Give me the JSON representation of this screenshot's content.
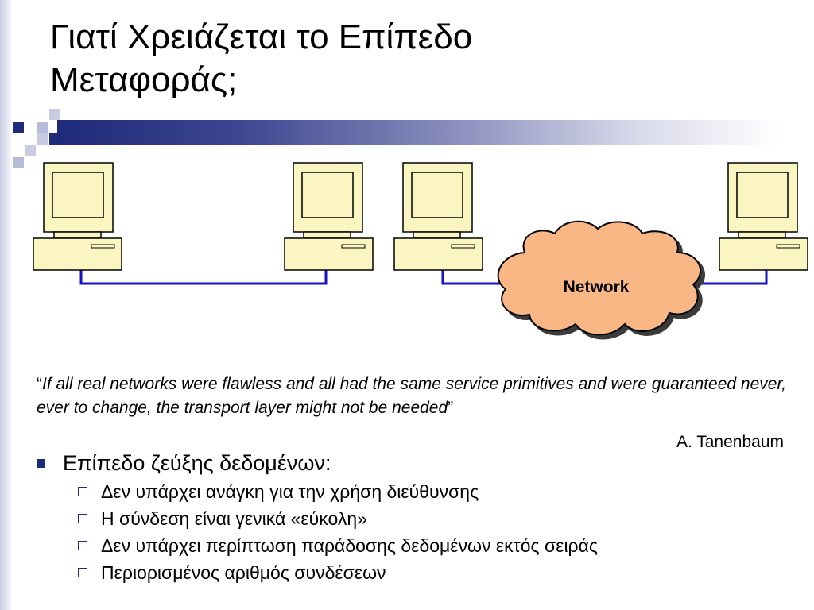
{
  "slide": {
    "title_line1": "Γιατί Χρειάζεται το Επίπεδο",
    "title_line2": "Μεταφοράς;"
  },
  "diagram": {
    "network_label": "Network",
    "colors": {
      "computer_fill": "#fbf6c1",
      "link": "#1313c8",
      "cloud_fill": "#f9b785",
      "accent": "#1e2a7a"
    }
  },
  "quote": {
    "open": "“",
    "text": "If all real networks were flawless and all had the same service primitives and were guaranteed never, ever to change, the transport layer might not be needed",
    "close": "”",
    "author": "A. Tanenbaum"
  },
  "bullets": {
    "main": "Επίπεδο ζεύξης δεδομένων:",
    "sub": [
      "Δεν υπάρχει ανάγκη για την χρήση διεύθυνσης",
      "Η σύνδεση είναι γενικά «εύκολη»",
      "Δεν υπάρχει περίπτωση παράδοσης δεδομένων εκτός σειράς",
      "Περιορισμένος αριθμός συνδέσεων"
    ]
  }
}
